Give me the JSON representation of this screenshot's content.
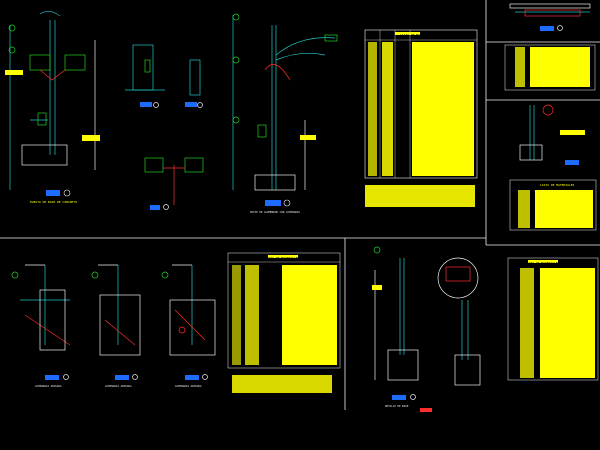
{
  "view": {
    "background": "#000000",
    "frame_color": "#f0f0f0",
    "line_color": "#22c7c7",
    "accent_color": "#ff2d2d",
    "table_fill": "#ffff00",
    "text_color": "#ffff00",
    "label_blue": "#1e6bff",
    "label_green": "#22d022"
  },
  "panels": [
    {
      "id": "foundation-detail",
      "label": "PUESTA DE BASE DE CONCRETO"
    },
    {
      "id": "pole-arm-detail",
      "label": "POSTE DE ALUMBRADO CON LUMINARIA"
    },
    {
      "id": "materials-table-1",
      "label": "LISTA DE MATERIALES"
    },
    {
      "id": "top-right-detail",
      "label": ""
    },
    {
      "id": "side-detail",
      "label": ""
    },
    {
      "id": "materials-table-2",
      "label": "LISTA DE MATERIALES"
    },
    {
      "id": "wall-mount-a",
      "label": "LUMINARIA ADOSADA"
    },
    {
      "id": "wall-mount-b",
      "label": "LUMINARIA ADOSADA"
    },
    {
      "id": "wall-mount-c",
      "label": "LUMINARIA ADOSADA"
    },
    {
      "id": "materials-table-3",
      "label": "LISTA DE MATERIALES"
    },
    {
      "id": "pole-base-detail",
      "label": "DETALLE DE BASE"
    },
    {
      "id": "materials-table-4",
      "label": "LISTA DE MATERIALES"
    }
  ]
}
